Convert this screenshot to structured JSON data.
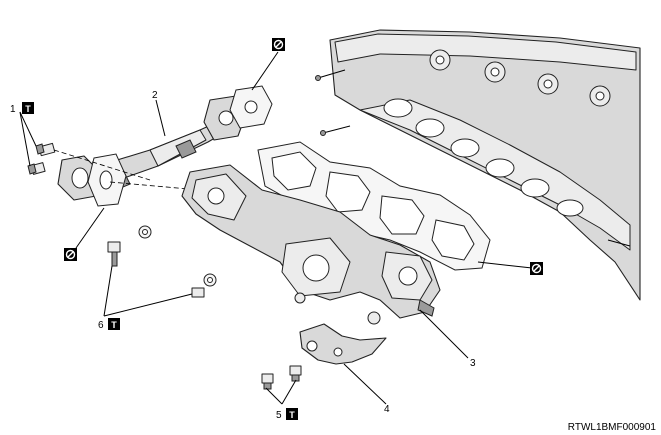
{
  "diagram": {
    "callouts": [
      {
        "id": "1",
        "label": "1",
        "symbol": "torque"
      },
      {
        "id": "2",
        "label": "2",
        "symbol": ""
      },
      {
        "id": "3",
        "label": "3",
        "symbol": ""
      },
      {
        "id": "4",
        "label": "4",
        "symbol": ""
      },
      {
        "id": "5",
        "label": "5",
        "symbol": "torque"
      },
      {
        "id": "6",
        "label": "6",
        "symbol": "torque"
      }
    ],
    "symbols": {
      "torque": {
        "icon": "torque-t-icon",
        "glyph": "T"
      },
      "no_reuse": {
        "icon": "no-reuse-icon"
      }
    },
    "drawing_code": "RTWL1BMF000901"
  }
}
